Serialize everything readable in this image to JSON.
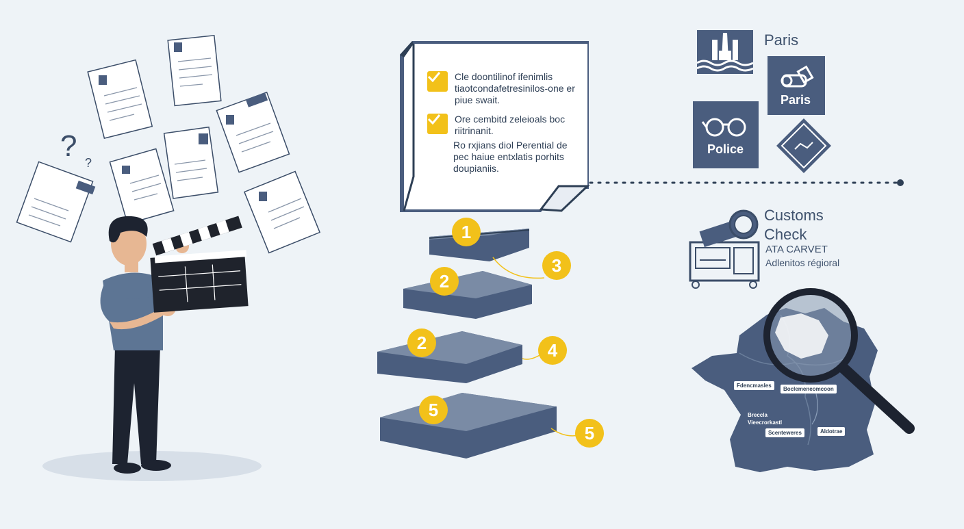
{
  "checklist": {
    "items": [
      {
        "text": "Cle doontilinof ifenimlis tiaotcondafetresinilos-one er piue swait.",
        "checked": true
      },
      {
        "text": "Ore cembitd zeleioals boc riitrinanit.",
        "checked": true
      }
    ],
    "note": "Ro rxjians diol Perential de pec haiue entxlatis porhits doupianiis."
  },
  "steps": {
    "badges_on_tiles": [
      "1",
      "2",
      "2",
      "5"
    ],
    "badges_side": [
      "3",
      "4",
      "5"
    ]
  },
  "locations": {
    "paris_label_1": "Paris",
    "paris_label_2": "Paris",
    "police_label": "Police"
  },
  "customs": {
    "title_line1": "Customs",
    "title_line2": "Check",
    "carnet": "ATA CARVET",
    "sub": "Adlenitos régioral"
  },
  "map": {
    "labels": [
      "Fdencmasles",
      "Boclemeneomcoon",
      "Breccla Vieecrorkastl",
      "Scenteweres",
      "Aldotrae"
    ]
  },
  "colors": {
    "navy": "#4a5d7e",
    "dark_navy": "#2e3f55",
    "yellow": "#f2c11a",
    "background": "#eef3f7"
  }
}
